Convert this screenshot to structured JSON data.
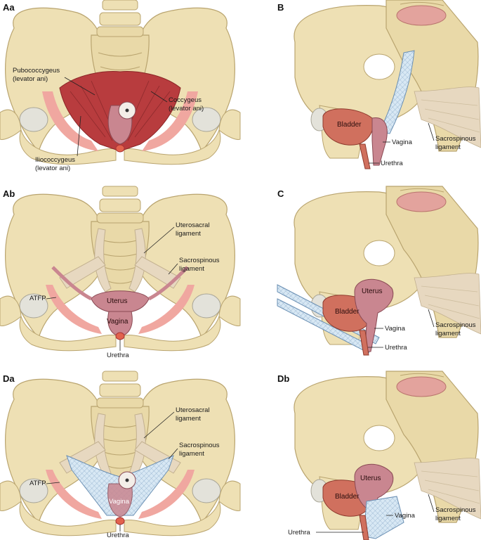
{
  "panels": {
    "Aa": {
      "label": "Aa",
      "pubococcygeus": [
        "Pubococcygeus",
        "(levator ani)"
      ],
      "coccygeus": [
        "Coccygeus",
        "(levator ani)"
      ],
      "iliococcygeus": [
        "Iliococcygeus",
        "(levator ani)"
      ]
    },
    "B": {
      "label": "B",
      "bladder": "Bladder",
      "vagina": "Vagina",
      "urethra": "Urethra",
      "sacrospinous": [
        "Sacrospinous",
        "ligament"
      ]
    },
    "Ab": {
      "label": "Ab",
      "uterosacral": [
        "Uterosacral",
        "ligament"
      ],
      "sacrospinous": [
        "Sacrospinous",
        "ligament"
      ],
      "atfp": "ATFP",
      "uterus": "Uterus",
      "vagina": "Vagina",
      "urethra": "Urethra"
    },
    "C": {
      "label": "C",
      "uterus": "Uterus",
      "bladder": "Bladder",
      "vagina": "Vagina",
      "urethra": "Urethra",
      "sacrospinous": [
        "Sacrospinous",
        "ligament"
      ]
    },
    "Da": {
      "label": "Da",
      "uterosacral": [
        "Uterosacral",
        "ligament"
      ],
      "sacrospinous": [
        "Sacrospinous",
        "ligament"
      ],
      "atfp": "ATFP",
      "vagina": "Vagina",
      "urethra": "Urethra"
    },
    "Db": {
      "label": "Db",
      "uterus": "Uterus",
      "bladder": "Bladder",
      "vagina": "Vagina",
      "urethra": "Urethra",
      "sacrospinous": [
        "Sacrospinous",
        "ligament"
      ]
    }
  },
  "colors": {
    "bone": "#eee0b4",
    "bone_edge": "#b9a46f",
    "muscle": "#c0494a",
    "organ": "#c98690",
    "bladder": "#d0705e",
    "mesh": "#cfe1ef",
    "mesh_line": "#6a8fb3",
    "ligament": "#e7d8c0"
  }
}
